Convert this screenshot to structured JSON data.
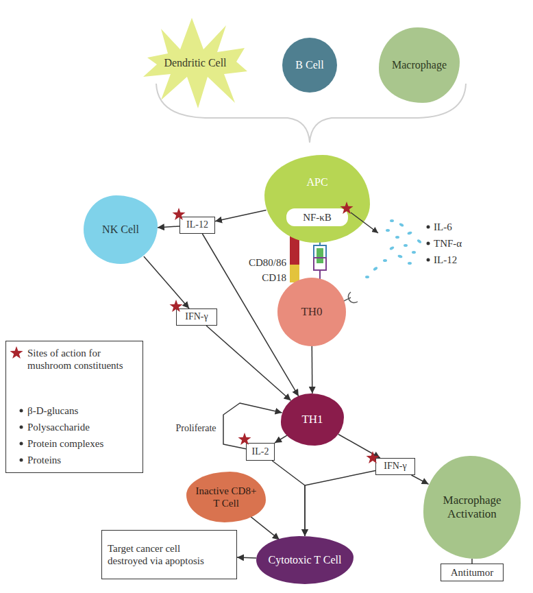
{
  "diagram": {
    "nodes": [
      {
        "text": [
          "Dendritic Cell"
        ]
      },
      {
        "text": [
          "B Cell"
        ]
      },
      {
        "text": [
          "Macrophage"
        ]
      },
      {
        "text": [
          "APC"
        ]
      },
      {
        "text": [
          "NF-κB"
        ],
        "in": 3
      },
      {
        "text": [
          "NK Cell"
        ]
      },
      {
        "text": [
          "IL-12"
        ]
      },
      {
        "text": [
          "IFN-γ"
        ]
      },
      {
        "text": [
          "TH0"
        ]
      },
      {
        "text": [
          "TH1"
        ]
      },
      {
        "text": [
          "IL-2"
        ]
      },
      {
        "text": [
          "IFN-γ"
        ]
      },
      {
        "text": [
          "Inactive CD8+ T Cell"
        ]
      },
      {
        "text": [
          "Cytotoxic T Cell"
        ]
      },
      {
        "text": [
          "Macrophage Activation"
        ]
      },
      {
        "text": [
          "Target cancer cell destroyed via apoptosis"
        ]
      },
      {
        "text": [
          "Antitumor"
        ]
      }
    ],
    "edges": [
      {
        "from": 3,
        "to": 6,
        "arrow": "to"
      },
      {
        "from": 6,
        "to": 5,
        "arrow": "to"
      },
      {
        "from": 5,
        "to": 7,
        "arrow": "to"
      },
      {
        "from": 7,
        "to": 9,
        "arrow": "to"
      },
      {
        "from": 6,
        "to": 9,
        "arrow": "to"
      },
      {
        "from": 8,
        "to": 9,
        "arrow": "to"
      },
      {
        "from": 9,
        "to": 10,
        "arrow": "to"
      },
      {
        "from": 9,
        "to": 11,
        "arrow": "to"
      },
      {
        "from": 10,
        "to": 9,
        "label": "Proliferate",
        "arrow": "to"
      },
      {
        "from": 11,
        "to": 14,
        "arrow": "to"
      },
      {
        "from": 10,
        "to": 13,
        "arrow": "to"
      },
      {
        "from": 11,
        "to": 13,
        "arrow": "to"
      },
      {
        "from": 12,
        "to": 13,
        "arrow": "to"
      },
      {
        "from": 13,
        "to": 15,
        "arrow": "to"
      },
      {
        "from": 14,
        "to": 16,
        "arrow": "none"
      }
    ],
    "labels": [
      "IL-6",
      "TNF-α",
      "IL-12",
      "CD80/86",
      "CD18",
      "β-D-glucans",
      "Polysaccharide",
      "Protein complexes",
      "Proteins"
    ],
    "legend": [
      {
        "text": "Sites of action for mushroom constituents"
      }
    ]
  }
}
